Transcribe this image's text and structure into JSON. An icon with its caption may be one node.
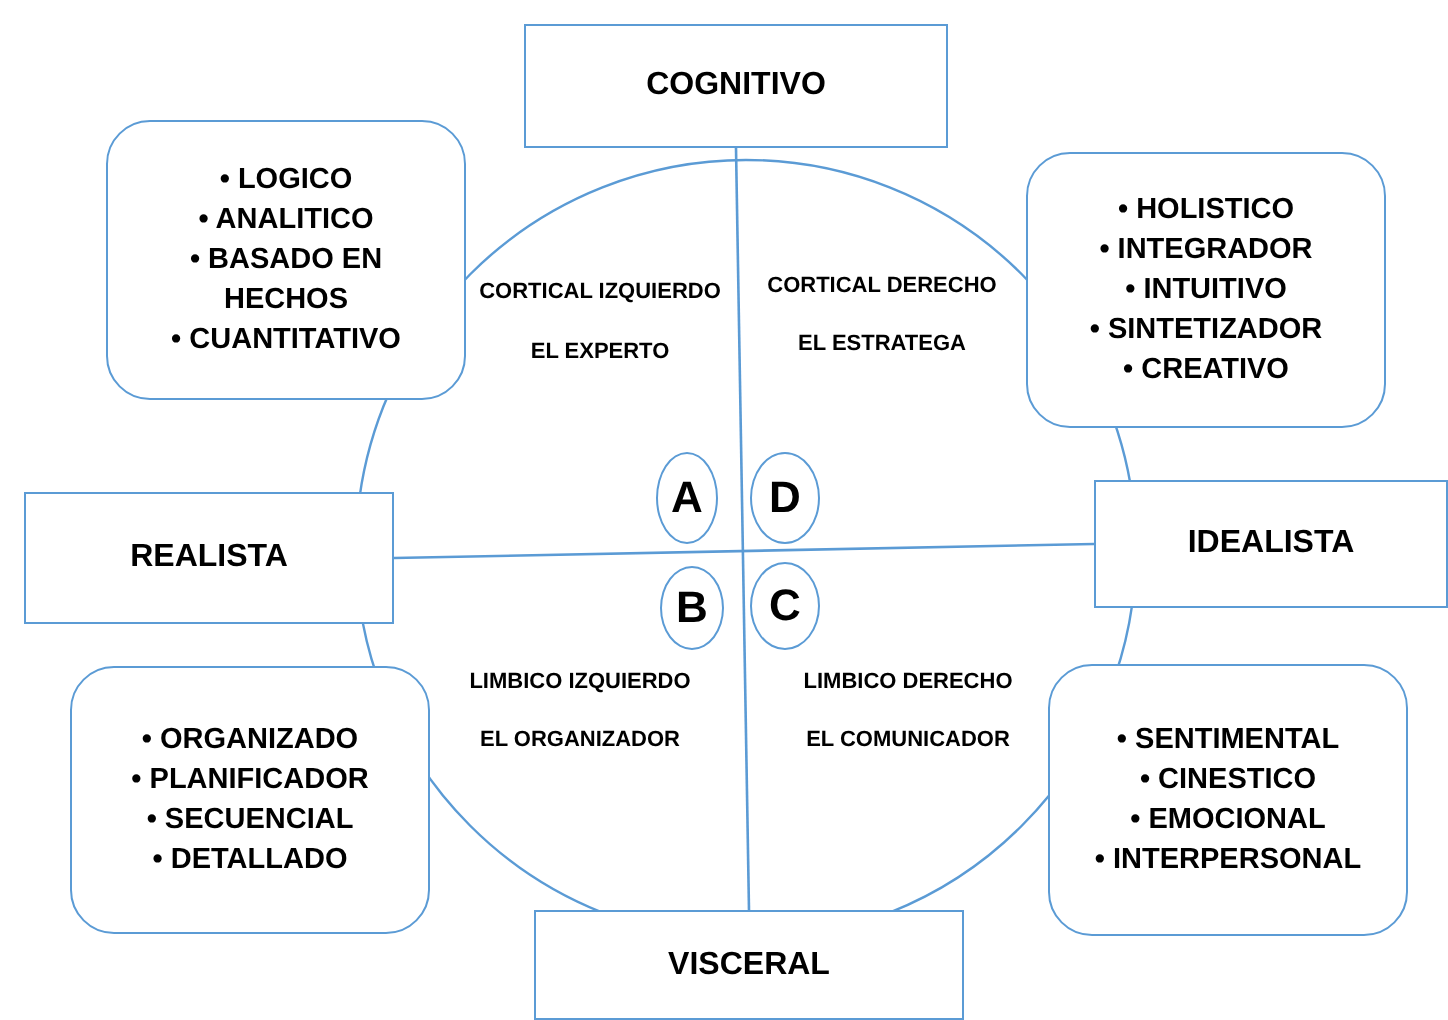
{
  "diagram": {
    "nodes": [
      {
        "text": [
          "COGNITIVO"
        ]
      },
      {
        "text": [
          "• LOGICO",
          "• ANALITICO",
          "• BASADO EN HECHOS",
          "• CUANTITATIVO"
        ]
      },
      {
        "text": [
          "• HOLISTICO",
          "• INTEGRADOR",
          "• INTUITIVO",
          "• SINTETIZADOR",
          "• CREATIVO"
        ]
      },
      {
        "text": [
          "A"
        ]
      },
      {
        "text": [
          "D"
        ]
      },
      {
        "text": [
          "REALISTA"
        ]
      },
      {
        "text": [
          "IDEALISTA"
        ]
      },
      {
        "text": [
          "B"
        ]
      },
      {
        "text": [
          "C"
        ]
      },
      {
        "text": [
          "• ORGANIZADO",
          "• PLANIFICADOR",
          "• SECUENCIAL",
          "• DETALLADO"
        ]
      },
      {
        "text": [
          "• SENTIMENTAL",
          "• CINESTICO",
          "• EMOCIONAL",
          "• INTERPERSONAL"
        ]
      },
      {
        "text": [
          "VISCERAL"
        ]
      }
    ],
    "edges": [
      {
        "from": 0,
        "to": 11,
        "arrow": "none"
      },
      {
        "from": 5,
        "to": 6,
        "arrow": "none"
      }
    ],
    "labels": [
      "CORTICAL IZQUIERDO",
      "CORTICAL DERECHO",
      "EL EXPERTO",
      "EL ESTRATEGA",
      "LIMBICO IZQUIERDO",
      "LIMBICO DERECHO",
      "EL ORGANIZADOR",
      "EL COMUNICADOR"
    ]
  }
}
